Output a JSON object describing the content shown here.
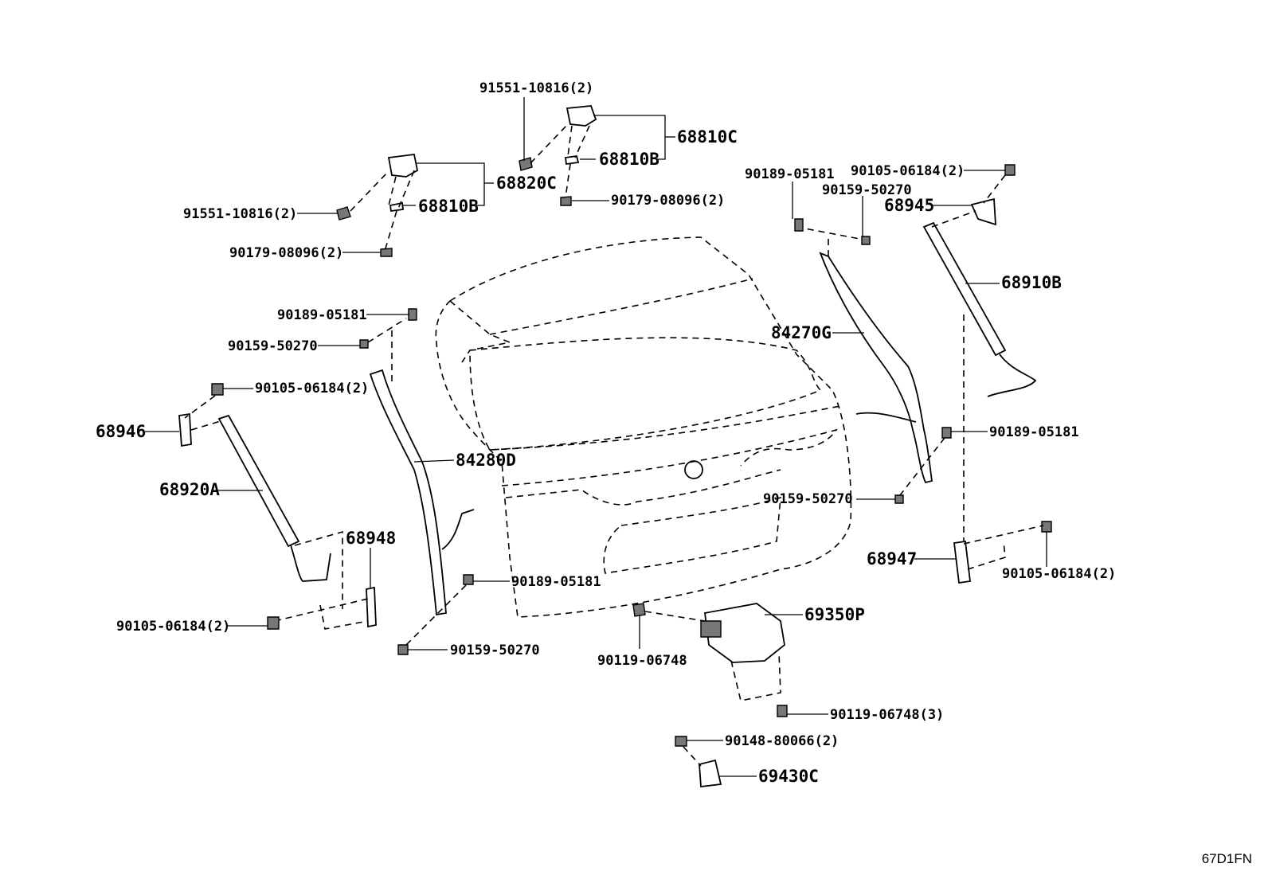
{
  "diagram_code": "67D1FN",
  "labels": {
    "l_91551_top": "91551-10816(2)",
    "l_68810C": "68810C",
    "l_68810B_right": "68810B",
    "l_90179_right": "90179-08096(2)",
    "l_68820C": "68820C",
    "l_68810B_left": "68810B",
    "l_91551_left": "91551-10816(2)",
    "l_90179_left": "90179-08096(2)",
    "l_90189_tr": "90189-05181",
    "l_90159_tr": "90159-50270",
    "l_90105_tr": "90105-06184(2)",
    "l_68945": "68945",
    "l_68910B": "68910B",
    "l_84270G": "84270G",
    "l_90189_r": "90189-05181",
    "l_90159_r": "90159-50270",
    "l_68947": "68947",
    "l_90105_r": "90105-06184(2)",
    "l_90189_l": "90189-05181",
    "l_90159_l": "90159-50270",
    "l_90105_l": "90105-06184(2)",
    "l_68946": "68946",
    "l_68920A": "68920A",
    "l_84280D": "84280D",
    "l_68948": "68948",
    "l_90105_bl": "90105-06184(2)",
    "l_90189_bc": "90189-05181",
    "l_90159_bc": "90159-50270",
    "l_69350P": "69350P",
    "l_90119_a": "90119-06748",
    "l_90119_b": "90119-06748(3)",
    "l_90148": "90148-80066(2)",
    "l_69430C": "69430C"
  }
}
